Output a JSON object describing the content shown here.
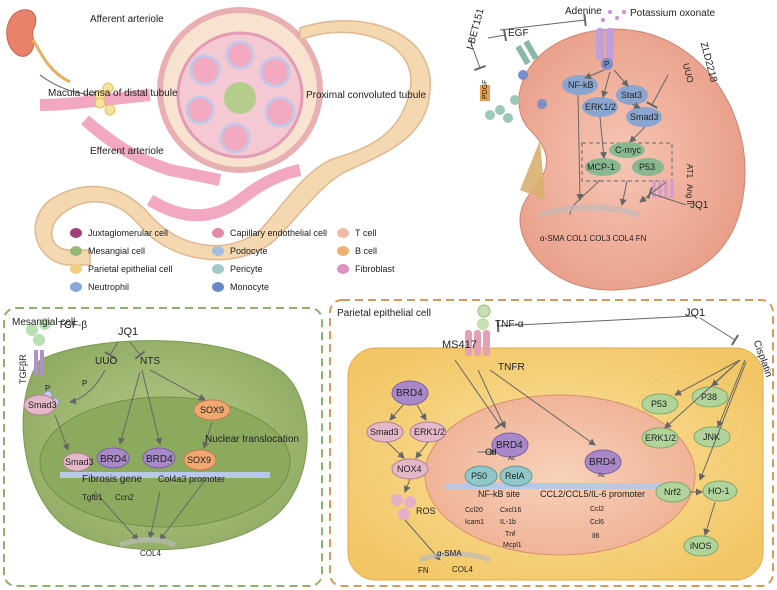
{
  "nephron": {
    "afferent_arteriole": "Afferent arteriole",
    "macula_densa": "Macula densa of distal tubule",
    "proximal_tubule": "Proximal convoluted tubule",
    "efferent_arteriole": "Efferent arteriole"
  },
  "legend": {
    "items": [
      {
        "label": "Juxtaglomerular cell",
        "color": "#a0407a"
      },
      {
        "label": "Capillary endothelial cell",
        "color": "#e28aa8"
      },
      {
        "label": "T cell",
        "color": "#f3b9a8"
      },
      {
        "label": "Mesangial cell",
        "color": "#98b878"
      },
      {
        "label": "Podocyte",
        "color": "#9fbfe0"
      },
      {
        "label": "B cell",
        "color": "#f0b070"
      },
      {
        "label": "Parietal epithelial cell",
        "color": "#f0d080"
      },
      {
        "label": "Pericyte",
        "color": "#a0c8c8"
      },
      {
        "label": "Fibroblast",
        "color": "#e090c0"
      },
      {
        "label": "Neutrophil",
        "color": "#88a8d8"
      },
      {
        "label": "Monocyte",
        "color": "#6888c8"
      }
    ]
  },
  "kidney": {
    "ibet": "I-BET151",
    "egf": "EGF",
    "adenine": "Adenine",
    "potassium_oxonate": "Potassium oxonate",
    "zld": "ZLD2218",
    "uuo": "UUO",
    "pdgf": "PDGF",
    "p": "P",
    "nfkb": "NF-kB",
    "stat3": "Stat3",
    "erk": "ERK1/2",
    "smad3": "Smad3",
    "cmyc": "C-myc",
    "mcp1": "MCP-1",
    "p53": "P53",
    "at1": "AT1",
    "ang2": "Ang II",
    "jq1": "JQ1",
    "products": "α-SMA  COL1  COL3  COL4  FN"
  },
  "mesangial": {
    "title": "Mesangial cell",
    "jq1": "JQ1",
    "tgfb": "TGF-β",
    "tgfbr": "TGFβR",
    "uuo": "UUO",
    "nts": "NTS",
    "p": "P",
    "smad3": "Smad3",
    "smad3_nuc": "Smad3",
    "sox9": "SOX9",
    "sox9_nuc": "SOX9",
    "brd4": "BRD4",
    "nuclear_translocation": "Nuclear translocation",
    "fibrosis_gene": "Fibrosis gene",
    "col4a3": "Col4a3 promoter",
    "tgfb1": "Tgfb1",
    "ccn2": "Ccn2",
    "col4": "COL4"
  },
  "parietal": {
    "title": "Parietal epithelial cell",
    "jq1": "JQ1",
    "tnfa": "TNF-α",
    "ms417": "MS417",
    "tnfr": "TNFR",
    "cisplatin": "Cisplatin",
    "brd4": "BRD4",
    "smad3": "Smad3",
    "erk": "ERK1/2",
    "nox4": "NOX4",
    "ros": "ROS",
    "cd": "Cd",
    "ac": "Ac",
    "p50": "P50",
    "rela": "RelA",
    "nfkb_site": "NF-kB site",
    "promoter": "CCL2/CCL5/IL-6 promoter",
    "genes_left": [
      "Ccl20",
      "Cxcl16",
      "Icam1",
      "IL-1b",
      "Tnf",
      "Mcpl1"
    ],
    "genes_right": [
      "Ccl2",
      "Ccl6",
      "Il6"
    ],
    "asma": "α-SMA",
    "fn": "FN",
    "col4": "COL4",
    "p53": "P53",
    "p38": "P38",
    "erk2": "ERK1/2",
    "jnk": "JNK",
    "nrf2": "Nrf2",
    "ho1": "HO-1",
    "inos": "iNOS"
  }
}
